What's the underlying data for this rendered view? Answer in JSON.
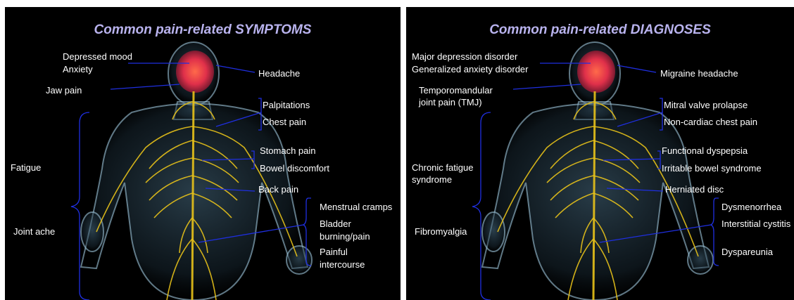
{
  "colors": {
    "background": "#000000",
    "title": "#b9b3ee",
    "label": "#ffffff",
    "leader_line": "#1f2fe0",
    "nerves": "#e8c21a",
    "body_glow": "#9ec6dc"
  },
  "panels": [
    {
      "title": "Common pain-related SYMPTOMS",
      "labels": {
        "mood": "Depressed mood",
        "anxiety": "Anxiety",
        "head": "Headache",
        "jaw": "Jaw pain",
        "heart": "Palpitations",
        "chest": "Chest pain",
        "stomach": "Stomach pain",
        "bowel": "Bowel discomfort",
        "back": "Back pain",
        "fatigue": "Fatigue",
        "joint": "Joint ache",
        "menstrual": "Menstrual cramps",
        "bladder_1": "Bladder",
        "bladder_2": "burning/pain",
        "intercourse_1": "Painful",
        "intercourse_2": "intercourse"
      }
    },
    {
      "title": "Common pain-related DIAGNOSES",
      "labels": {
        "mood": "Major depression disorder",
        "anxiety": "Generalized anxiety disorder",
        "head": "Migraine headache",
        "jaw_1": "Temporomandular",
        "jaw_2": "joint pain (TMJ)",
        "heart": "Mitral valve prolapse",
        "chest": "Non-cardiac chest pain",
        "stomach": "Functional dyspepsia",
        "bowel": "Irritable bowel syndrome",
        "back": "Herniated disc",
        "fatigue_1": "Chronic fatigue",
        "fatigue_2": "syndrome",
        "joint": "Fibromyalgia",
        "menstrual": "Dysmenorrhea",
        "bladder": "Interstitial cystitis",
        "intercourse": "Dyspareunia"
      }
    }
  ]
}
